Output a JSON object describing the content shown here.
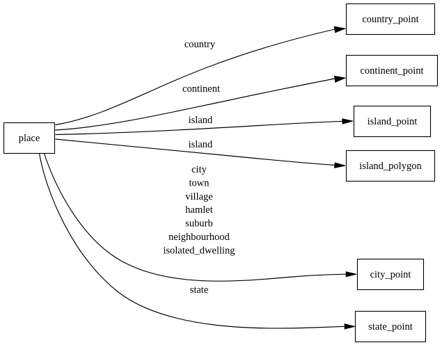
{
  "diagram": {
    "type": "directed-graph",
    "title": "place",
    "background_color": "#ffffff",
    "line_color": "#000000",
    "node_fill": "#ffffff",
    "source_node": {
      "id": "place",
      "label": "place"
    },
    "target_nodes": [
      {
        "id": "country_point",
        "label": "country_point"
      },
      {
        "id": "continent_point",
        "label": "continent_point"
      },
      {
        "id": "island_point",
        "label": "island_point"
      },
      {
        "id": "island_polygon",
        "label": "island_polygon"
      },
      {
        "id": "city_point",
        "label": "city_point"
      },
      {
        "id": "state_point",
        "label": "state_point"
      }
    ],
    "edges": [
      {
        "from": "place",
        "to": "country_point",
        "label": "country"
      },
      {
        "from": "place",
        "to": "continent_point",
        "label": "continent"
      },
      {
        "from": "place",
        "to": "island_point",
        "label": "island"
      },
      {
        "from": "place",
        "to": "island_polygon",
        "label": "island"
      },
      {
        "from": "place",
        "to": "city_point",
        "label": "city\ntown\nvillage\nhamlet\nsuburb\nneighbourhood\nisolated_dwelling"
      },
      {
        "from": "place",
        "to": "state_point",
        "label": "state"
      }
    ],
    "edge_labels": {
      "country": "country",
      "continent": "continent",
      "island_a": "island",
      "island_b": "island",
      "state": "state",
      "city_multi": [
        "city",
        "town",
        "village",
        "hamlet",
        "suburb",
        "neighbourhood",
        "isolated_dwelling"
      ]
    }
  }
}
